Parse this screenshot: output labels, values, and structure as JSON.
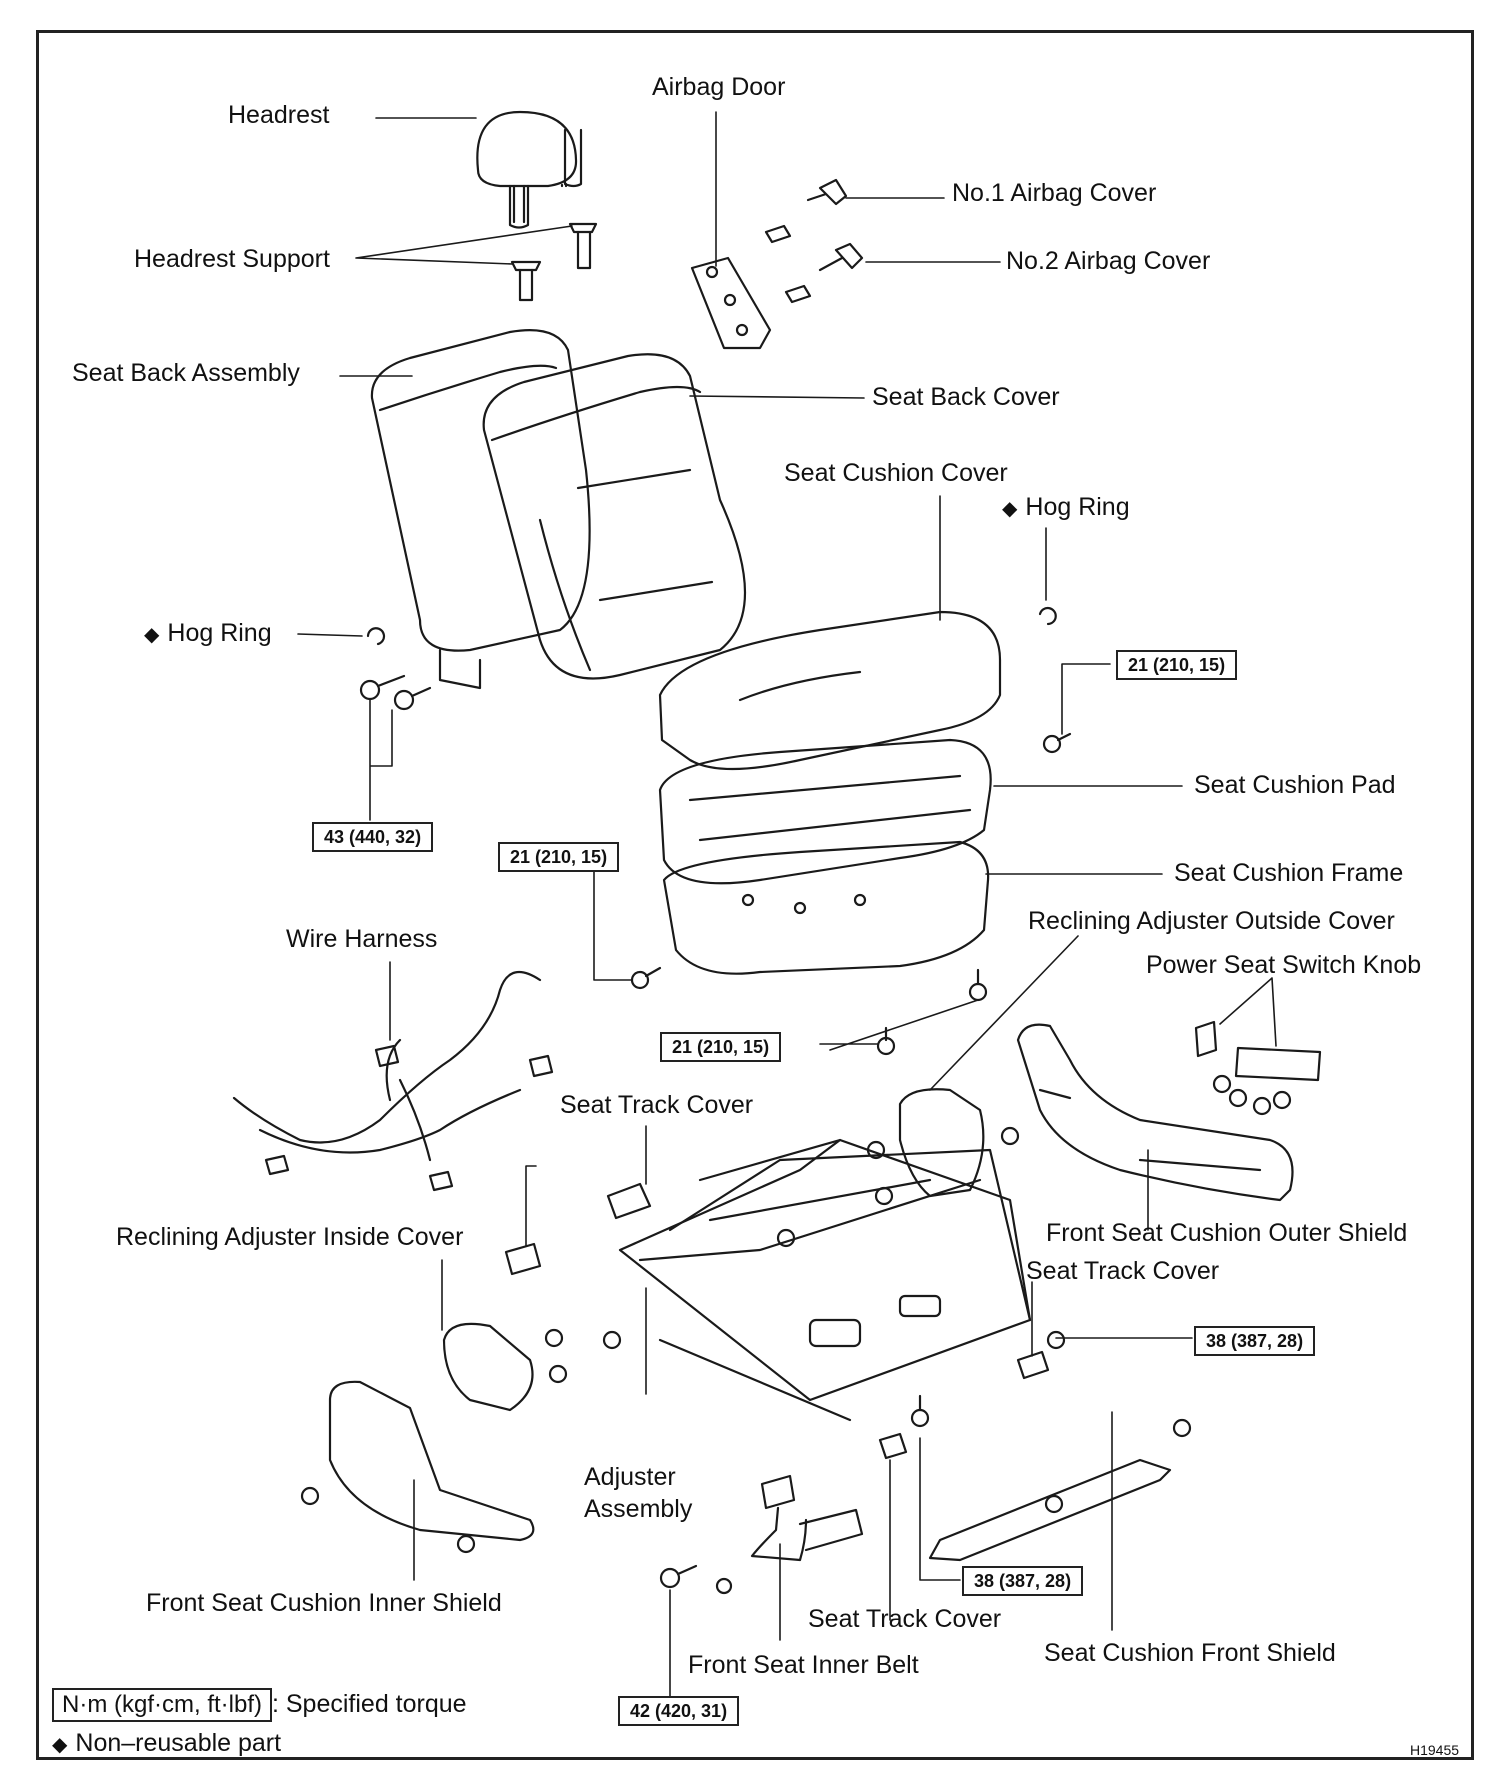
{
  "labels": {
    "headrest": "Headrest",
    "headrest_support": "Headrest Support",
    "airbag_door": "Airbag Door",
    "no1_airbag_cover": "No.1 Airbag Cover",
    "no2_airbag_cover": "No.2 Airbag Cover",
    "seat_back_assembly": "Seat Back Assembly",
    "seat_back_cover": "Seat Back Cover",
    "seat_cushion_cover": "Seat Cushion Cover",
    "hog_ring_right": "Hog Ring",
    "hog_ring_left": "Hog Ring",
    "seat_cushion_pad": "Seat Cushion Pad",
    "seat_cushion_frame": "Seat Cushion Frame",
    "reclining_adjuster_outside_cover": "Reclining Adjuster Outside Cover",
    "power_seat_switch_knob": "Power Seat Switch Knob",
    "wire_harness": "Wire Harness",
    "seat_track_cover_top": "Seat Track Cover",
    "reclining_adjuster_inside_cover": "Reclining Adjuster Inside Cover",
    "front_seat_cushion_outer_shield": "Front Seat Cushion Outer Shield",
    "seat_track_cover_right": "Seat Track Cover",
    "adjuster_assembly_line1": "Adjuster",
    "adjuster_assembly_line2": "Assembly",
    "front_seat_cushion_inner_shield": "Front Seat Cushion Inner Shield",
    "seat_track_cover_bottom": "Seat Track Cover",
    "front_seat_inner_belt": "Front Seat Inner Belt",
    "seat_cushion_front_shield": "Seat Cushion Front Shield"
  },
  "torques": {
    "t1": "21 (210, 15)",
    "t2": "43 (440, 32)",
    "t3": "21 (210, 15)",
    "t4": "21 (210, 15)",
    "t5": "38 (387, 28)",
    "t6": "38 (387, 28)",
    "t7": "42 (420, 31)"
  },
  "legend": {
    "unit_box": "N·m (kgf·cm, ft·lbf)",
    "unit_text": ": Specified torque",
    "non_reusable": "Non–reusable part",
    "diamond": "◆"
  },
  "figure_id": "H19455"
}
